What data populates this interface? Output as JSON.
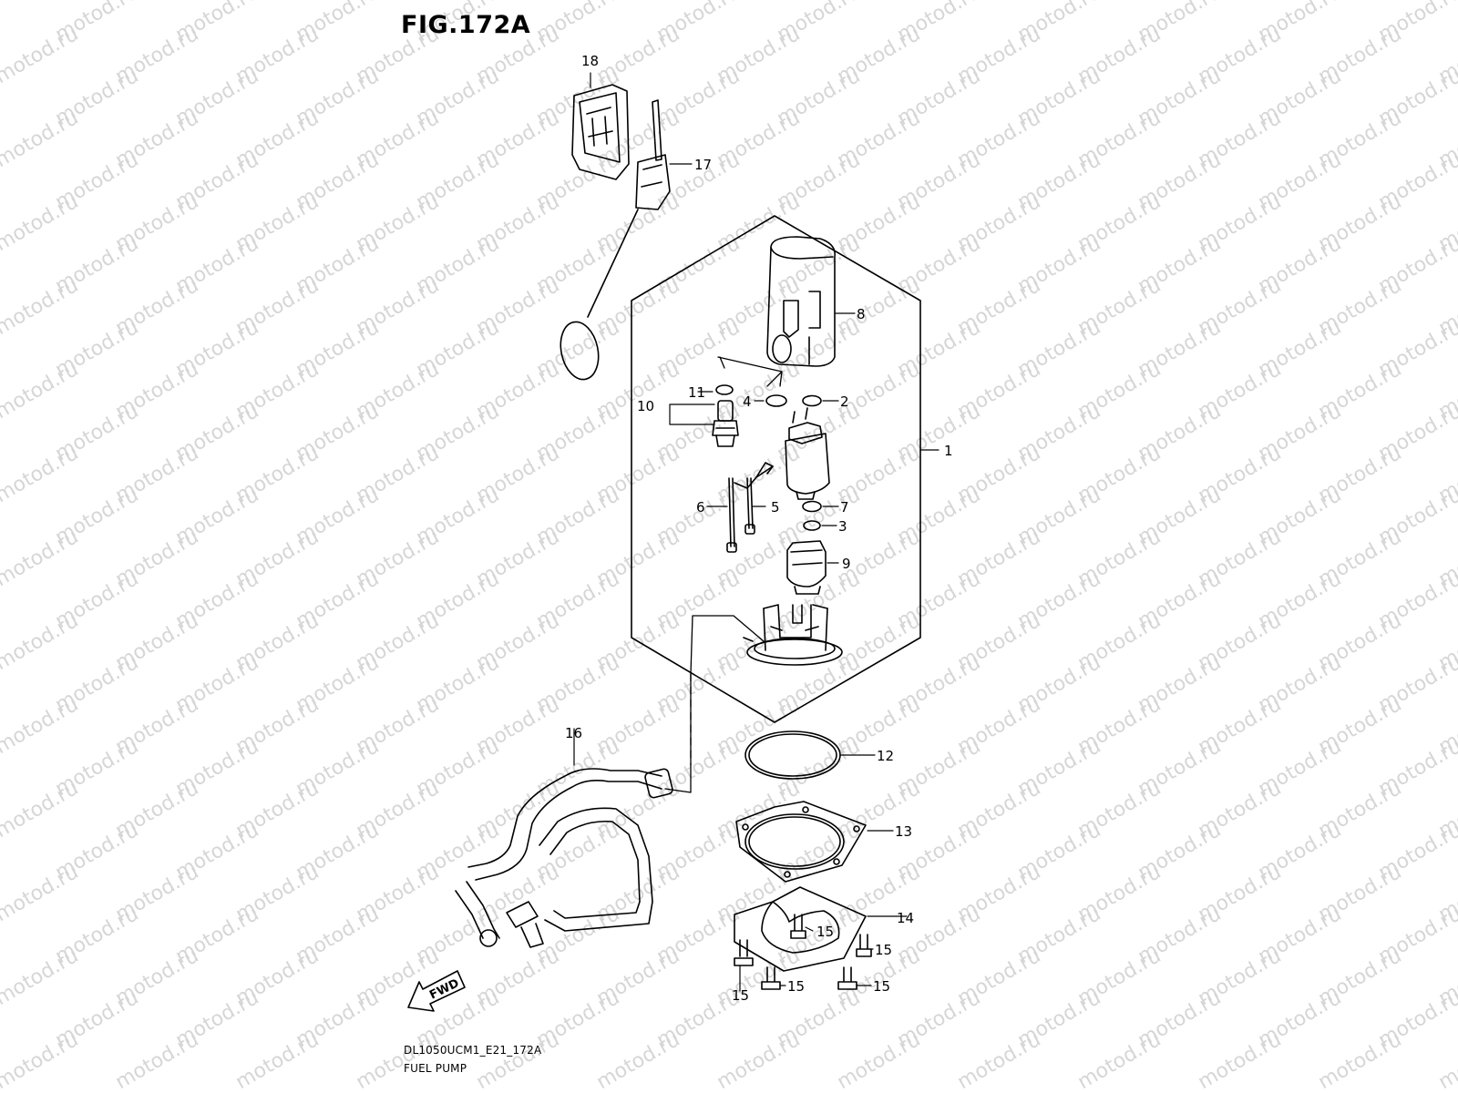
{
  "figure": {
    "title": "FIG.172A",
    "model_code": "DL1050UCM1_E21_172A",
    "caption": "FUEL PUMP",
    "watermark": "motod.ru",
    "fwd_label": "FWD"
  },
  "callouts": [
    "1",
    "2",
    "3",
    "4",
    "5",
    "6",
    "7",
    "8",
    "9",
    "10",
    "11",
    "12",
    "13",
    "14",
    "15",
    "15",
    "15",
    "15",
    "15",
    "16",
    "17",
    "18"
  ],
  "colors": {
    "line": "#000000",
    "watermark": "#d6d6d6",
    "background": "#ffffff"
  }
}
